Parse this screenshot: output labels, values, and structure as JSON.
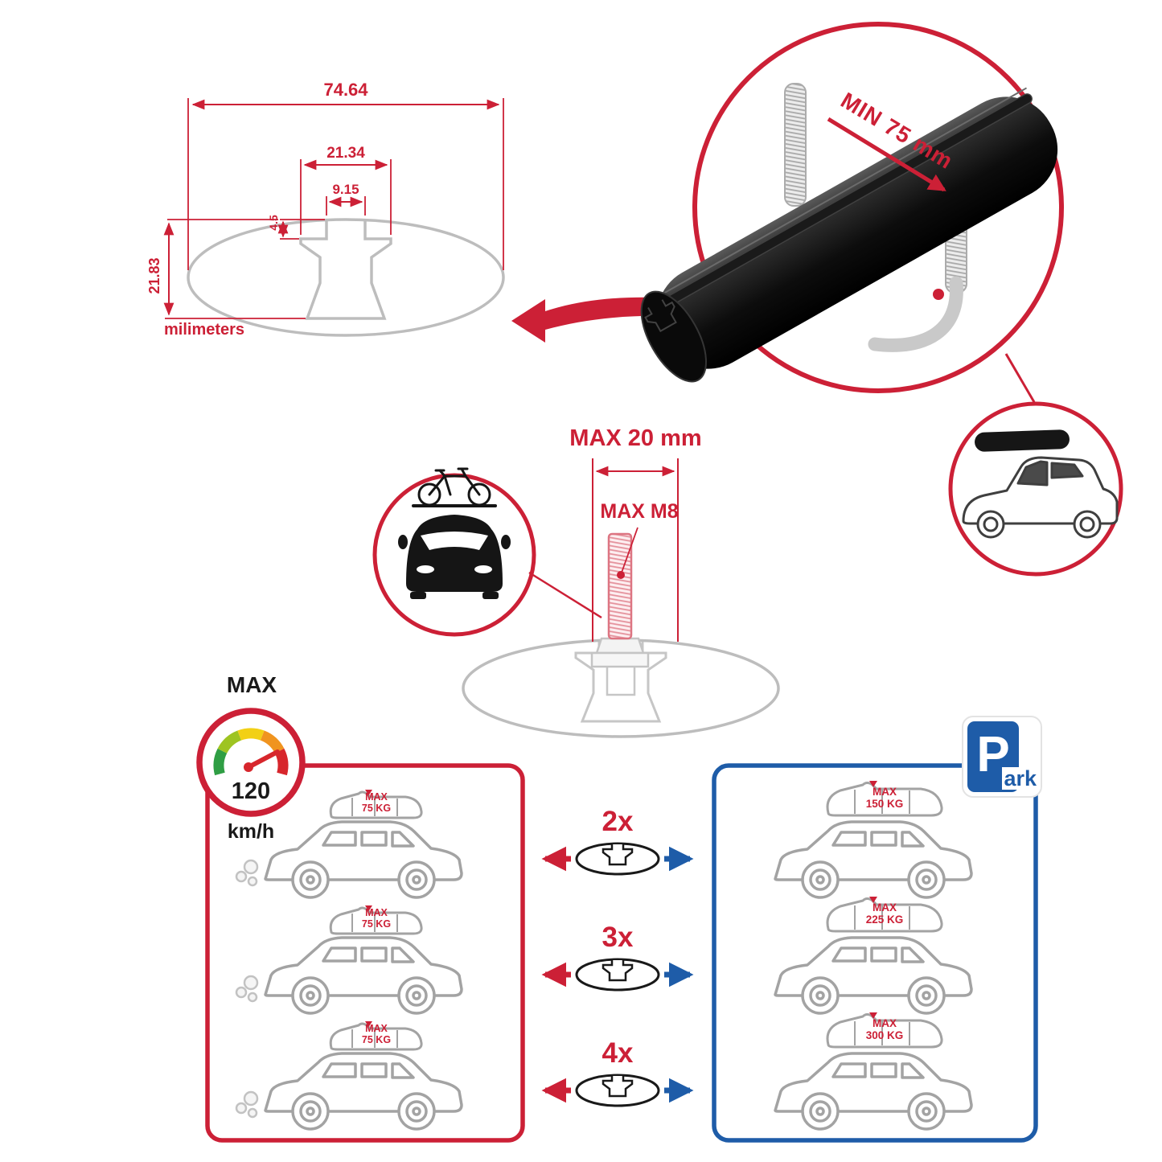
{
  "cross_section": {
    "total_width": "74.64",
    "step_width": "21.34",
    "slot_width": "9.15",
    "step_depth": "4.5",
    "total_height": "21.83",
    "units_label": "milimeters"
  },
  "clamp": {
    "min_grip_label": "MIN 75 mm"
  },
  "bolt": {
    "max_length_label": "MAX 20 mm",
    "max_thread_label": "MAX M8"
  },
  "speedometer": {
    "max_label": "MAX",
    "value": "120",
    "unit": "km/h"
  },
  "load": {
    "max_label": "MAX",
    "rows": [
      {
        "multiplier": "2x",
        "per_bar": "75 KG",
        "total": "150 KG"
      },
      {
        "multiplier": "3x",
        "per_bar": "75 KG",
        "total": "225 KG"
      },
      {
        "multiplier": "4x",
        "per_bar": "75 KG",
        "total": "300 KG"
      }
    ]
  },
  "park_sign": {
    "letter": "P",
    "suffix": "ark"
  },
  "colors": {
    "red": "#cc2036",
    "blue": "#1e5ca8",
    "gray": "#bdbdbd",
    "black": "#111111"
  }
}
